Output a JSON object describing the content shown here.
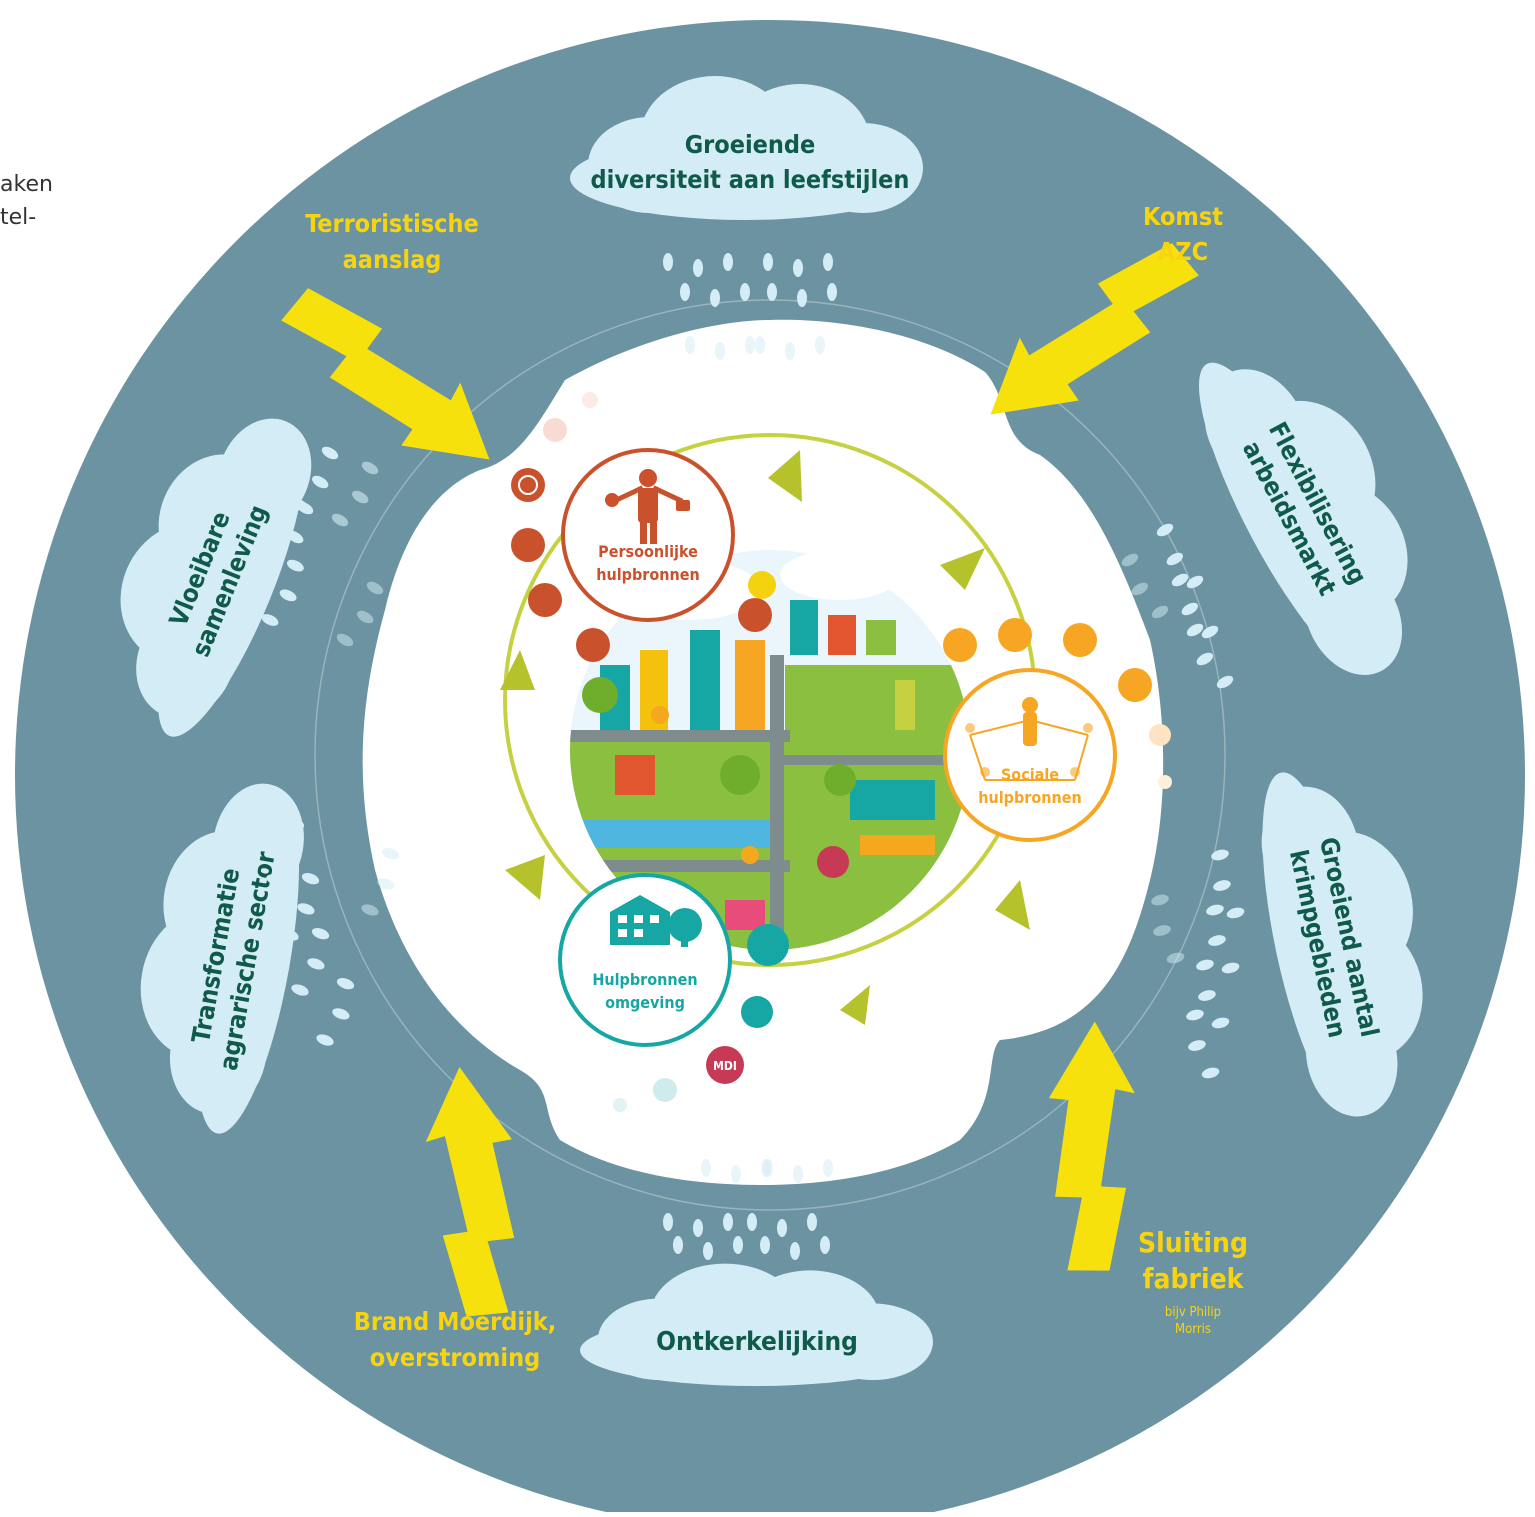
{
  "left_fragment": {
    "line1": "aken",
    "line2": "tel-"
  },
  "colors": {
    "ring": "#6b93a1",
    "cloud": "#d3ecf5",
    "lightning": "#f7e10c",
    "cycle_line": "#c6d142",
    "personal": "#c9512b",
    "social": "#f6a623",
    "environment": "#16a7a4",
    "dark_label": "#0f5a4a"
  },
  "clouds": {
    "top": {
      "line1": "Groeiende",
      "line2": "diversiteit aan leefstijlen"
    },
    "left_upper": {
      "line1": "Vloeibare",
      "line2": "samenleving"
    },
    "left_lower": {
      "line1": "Transformatie",
      "line2": "agrarische sector"
    },
    "right_upper": {
      "line1": "Flexibilisering",
      "line2": "arbeidsmarkt"
    },
    "right_lower": {
      "line1": "Groeiend aantal",
      "line2": "krimpgebieden"
    },
    "bottom": {
      "line1": "Ontkerkelijking"
    }
  },
  "shocks": {
    "top_left": {
      "line1": "Terroristische",
      "line2": "aanslag"
    },
    "top_right": {
      "line1": "Komst",
      "line2": "AZC"
    },
    "bottom_left": {
      "line1": "Brand Moerdijk,",
      "line2": "overstroming"
    },
    "bottom_right": {
      "line1": "Sluiting",
      "line2": "fabriek",
      "note_line1": "bijv Philip",
      "note_line2": "Morris"
    }
  },
  "resources": {
    "personal": {
      "line1": "Persoonlijke",
      "line2": "hulpbronnen"
    },
    "social": {
      "line1": "Sociale",
      "line2": "hulpbronnen"
    },
    "environment": {
      "line1": "Hulpbronnen",
      "line2": "omgeving"
    },
    "mdi_badge": "MDI"
  }
}
